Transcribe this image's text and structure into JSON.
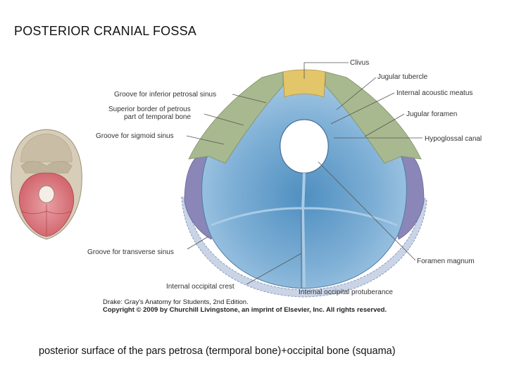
{
  "title": "POSTERIOR CRANIAL FOSSA",
  "labels": {
    "clivus": "Clivus",
    "jugular_tubercle": "Jugular tubercle",
    "internal_acoustic_meatus": "Internal acoustic meatus",
    "jugular_foramen": "Jugular foramen",
    "hypoglossal_canal": "Hypoglossal canal",
    "foramen_magnum": "Foramen magnum",
    "internal_occipital_protuberance": "Internal occipital protuberance",
    "internal_occipital_crest": "Internal occipital crest",
    "groove_transverse_sinus": "Groove for transverse sinus",
    "groove_sigmoid_sinus": "Groove for sigmoid sinus",
    "superior_border_line1": "Superior border of petrous",
    "superior_border_line2": "part of temporal bone",
    "groove_inferior_petrosal_sinus": "Groove for inferior petrosal sinus"
  },
  "credit_line1": "Drake: Gray's Anatomy for Students, 2nd Edition.",
  "credit_line2": "Copyright © 2009 by Churchill Livingstone, an imprint of Elsevier, Inc. All rights reserved.",
  "caption": "posterior surface of the pars petrosa (termporal bone)+occipital bone (squama)",
  "colors": {
    "occipital": "#7fb0d6",
    "petrous": "#a9b98f",
    "clivus": "#e3c56a",
    "lateral": "#8a86b8",
    "skull_thumb": "#d8cdb8",
    "fossa_thumb": "#d9737a"
  }
}
